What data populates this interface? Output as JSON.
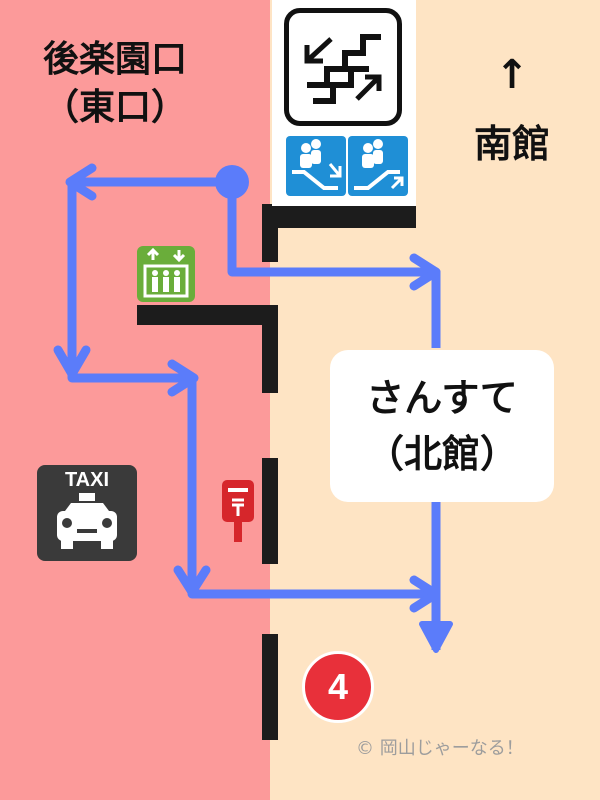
{
  "map": {
    "east_exit_label": "後楽園口",
    "east_exit_sub": "（東口）",
    "north_building_label": "さんすて",
    "north_building_sub": "（北館）",
    "south_building_arrow": "↑",
    "south_building_label": "南館",
    "exit_number": "4",
    "copyright": "© 岡山じゃーなる！",
    "taxi_label": "TAXI"
  },
  "colors": {
    "left_zone": "#fc9a9a",
    "right_zone": "#fee4c4",
    "route": "#5b7cfa",
    "walls": "#1c1c1c",
    "escalator": "#1f8fd6",
    "elevator": "#6aad3a",
    "exit_badge": "#e8303a",
    "postbox": "#d6262b",
    "taxi_icon": "#3a3a3a"
  },
  "icons": [
    "stairs-icon",
    "escalator-down-icon",
    "escalator-up-icon",
    "elevator-icon",
    "taxi-icon",
    "postbox-icon"
  ]
}
